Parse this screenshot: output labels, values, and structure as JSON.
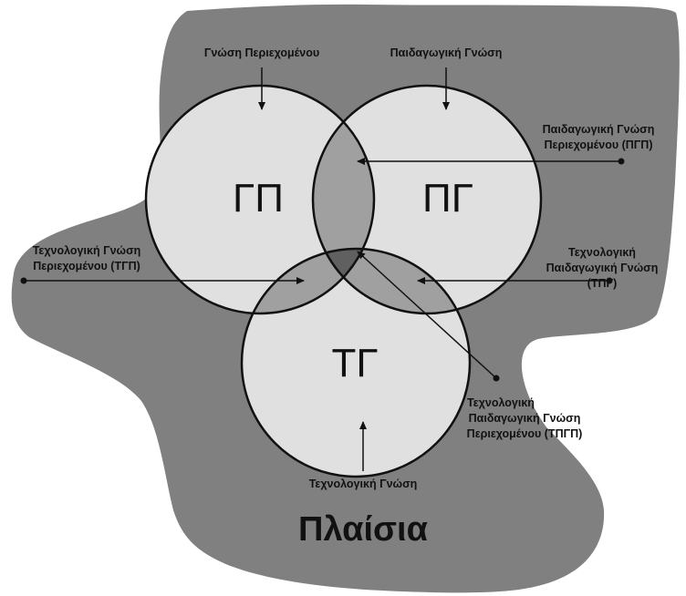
{
  "circles": {
    "content": "ΓΠ",
    "pedagogy": "ΠΓ",
    "technology": "ΤΓ"
  },
  "labels": {
    "content_knowledge": "Γνώση Περιεχομένου",
    "pedagogical_knowledge": "Παιδαγωγική Γνώση",
    "pck_line1": "Παιδαγωγική Γνώση",
    "pck_line2": "Περιεχομένου (ΠΓΠ)",
    "tck_line1": "Τεχνολογική Γνώση",
    "tck_line2": "Περιεχομένου (ΤΓΠ)",
    "tpk_line1": "Τεχνολογική",
    "tpk_line2": "Παιδαγωγική Γνώση",
    "tpk_line3": "(ΤΠΓ)",
    "tpck_line1": "Τεχνολογική",
    "tpck_line2": "Παιδαγωγική Γνώση",
    "tpck_line3": "Περιεχομένου (ΤΠΓΠ)",
    "technological_knowledge": "Τεχνολογική Γνώση"
  },
  "context_label": "Πλαίσια",
  "colors": {
    "background_blob": "#808080",
    "circle_fill": "#e0e0e0",
    "pair_overlap": "#a0a0a0",
    "center_overlap": "#606060",
    "stroke": "#111111"
  }
}
